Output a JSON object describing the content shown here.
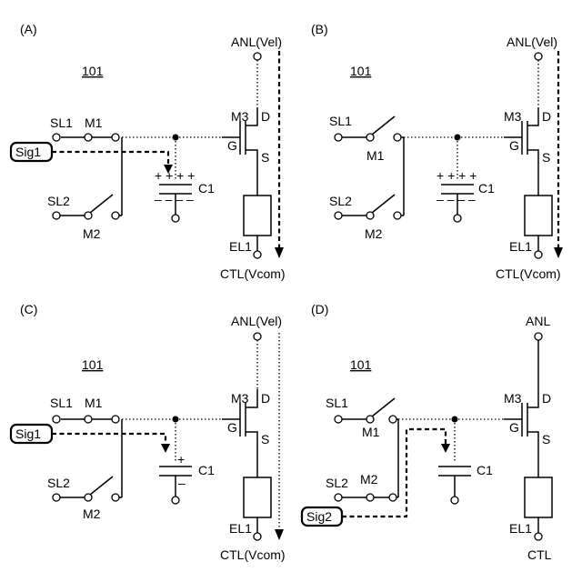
{
  "panels": [
    {
      "id": "A",
      "label": "(A)",
      "ref": "101",
      "sl1": "SL1",
      "m1": "M1",
      "sl2": "SL2",
      "m2": "M2",
      "sig": "Sig1",
      "transistor": "M3",
      "drain": "D",
      "gate": "G",
      "source": "S",
      "capacitor": "C1",
      "cap_charge_top": "+ + + +",
      "cap_charge_bottom": "– – – –",
      "element": "EL1",
      "top_terminal": "ANL(Vel)",
      "bottom_terminal": "CTL(Vcom)",
      "switch_m1": "closed",
      "switch_m2": "open",
      "current_flow": true
    },
    {
      "id": "B",
      "label": "(B)",
      "ref": "101",
      "sl1": "SL1",
      "m1": "M1",
      "sl2": "SL2",
      "m2": "M2",
      "transistor": "M3",
      "drain": "D",
      "gate": "G",
      "source": "S",
      "capacitor": "C1",
      "cap_charge_top": "+ + + +",
      "cap_charge_bottom": "– – – –",
      "element": "EL1",
      "top_terminal": "ANL(Vel)",
      "bottom_terminal": "CTL(Vcom)",
      "switch_m1": "open",
      "switch_m2": "open",
      "current_flow": true
    },
    {
      "id": "C",
      "label": "(C)",
      "ref": "101",
      "sl1": "SL1",
      "m1": "M1",
      "sl2": "SL2",
      "m2": "M2",
      "sig": "Sig1",
      "transistor": "M3",
      "drain": "D",
      "gate": "G",
      "source": "S",
      "capacitor": "C1",
      "cap_plus": "+",
      "cap_minus": "–",
      "element": "EL1",
      "top_terminal": "ANL(Vel)",
      "bottom_terminal": "CTL(Vcom)",
      "switch_m1": "closed",
      "switch_m2": "open",
      "current_flow": true
    },
    {
      "id": "D",
      "label": "(D)",
      "ref": "101",
      "sl1": "SL1",
      "m1": "M1",
      "sl2": "SL2",
      "m2": "M2",
      "sig": "Sig2",
      "transistor": "M3",
      "drain": "D",
      "gate": "G",
      "source": "S",
      "capacitor": "C1",
      "element": "EL1",
      "top_terminal": "ANL",
      "bottom_terminal": "CTL",
      "switch_m1": "open",
      "switch_m2": "closed",
      "current_flow": false
    }
  ]
}
